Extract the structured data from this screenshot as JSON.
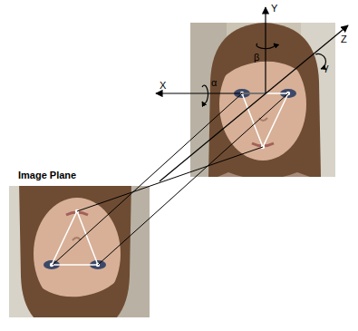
{
  "diagram": {
    "labels": [
      "Image Plane",
      "Y",
      "X",
      "Z",
      "α",
      "β",
      "γ"
    ]
  }
}
